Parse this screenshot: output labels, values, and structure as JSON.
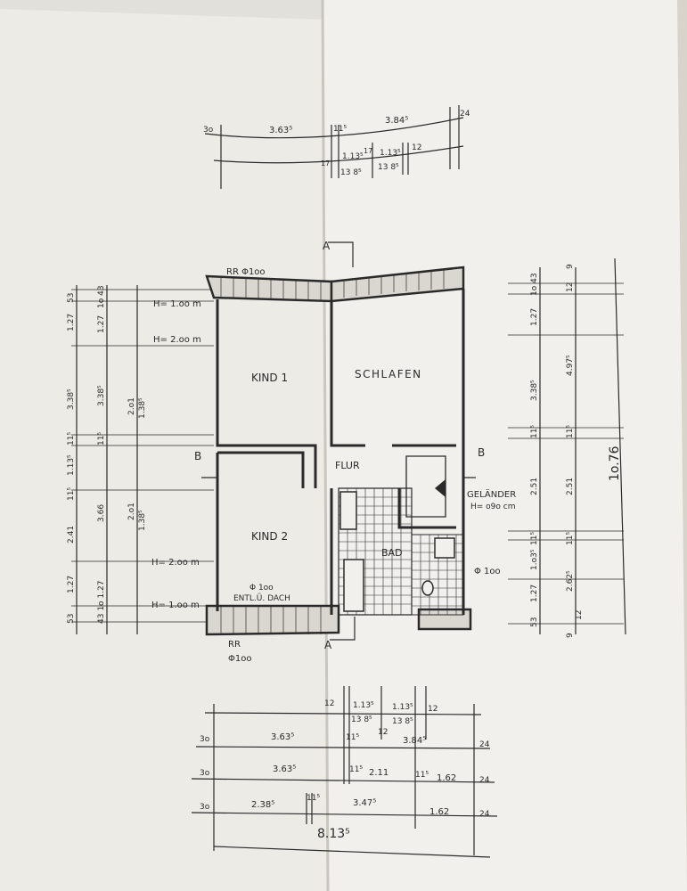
{
  "rooms": {
    "kind1": "KIND  1",
    "schlafen": "SCHLAFEN",
    "flur": "FLUR",
    "kind2": "KIND  2",
    "bad": "BAD"
  },
  "notes": {
    "rr_top": "RR Φ1oo",
    "rr_bottom_1": "RR",
    "rr_bottom_2": "Φ1oo",
    "h_100_top": "H= 1.oo m",
    "h_200_top": "H= 2.oo m",
    "h_200_bottom": "H= 2.oo m",
    "h_100_bottom": "H= 1.oo m",
    "vent_1": "Φ 1oo",
    "vent_2": "ENTL.Ü. DACH",
    "gelaender": "GELÄNDER",
    "gelaender_h": "H= o9o cm",
    "pipe_right": "Φ 1oo",
    "section_a_top": "A",
    "section_a_bottom": "A",
    "section_b_left": "B",
    "section_b_right": "B"
  },
  "dims_top": {
    "row1": [
      "3o",
      "3.63⁵",
      "11⁵",
      "3.84⁵",
      "24"
    ],
    "row2": [
      "17",
      "1.13⁵",
      "17",
      "1.13⁵",
      "12"
    ],
    "row3": [
      "13 8⁵",
      "13 8⁵"
    ]
  },
  "dims_left": {
    "col_outer": [
      "53",
      "1.27",
      "3.38⁵",
      "11⁵",
      "1.13⁵",
      "11⁵",
      "2.41",
      "1.27",
      "53"
    ],
    "col_mid": [
      "1o 43",
      "1.27",
      "3.38⁵",
      "11⁵",
      "3.66",
      "43 1o 1.27"
    ],
    "col_inner": [
      "2.o1",
      "1.38⁵",
      "2.o1",
      "1.38⁵"
    ]
  },
  "dims_right": {
    "col_inner": [
      "1o 43",
      "1.27",
      "3.38⁵",
      "11⁵",
      "2.51",
      "11⁵",
      "1.o3⁵",
      "1.27",
      "53"
    ],
    "col_outer": [
      "12",
      "9",
      "4.97⁵",
      "11⁵",
      "2.51",
      "11⁵",
      "2.62⁵",
      "12",
      "9"
    ],
    "total": "1o.76"
  },
  "dims_bottom": {
    "row1": [
      "12",
      "1.13⁵",
      "1.13⁵",
      "12"
    ],
    "row1b": [
      "13 8⁵",
      "12",
      "13 8⁵"
    ],
    "row2": [
      "3o",
      "3.63⁵",
      "11⁵",
      "3.84⁵",
      "24"
    ],
    "row3": [
      "3o",
      "3.63⁵",
      "11⁵",
      "2.11",
      "11⁵",
      "1.62",
      "24"
    ],
    "row4": [
      "3o",
      "2.38⁵",
      "11⁵",
      "3.47⁵",
      "1.62",
      "24"
    ],
    "total": "8.13⁵"
  },
  "colors": {
    "paper": "#efeeea",
    "ink": "#2a2a2a",
    "backdrop": "#d8d4cc"
  }
}
